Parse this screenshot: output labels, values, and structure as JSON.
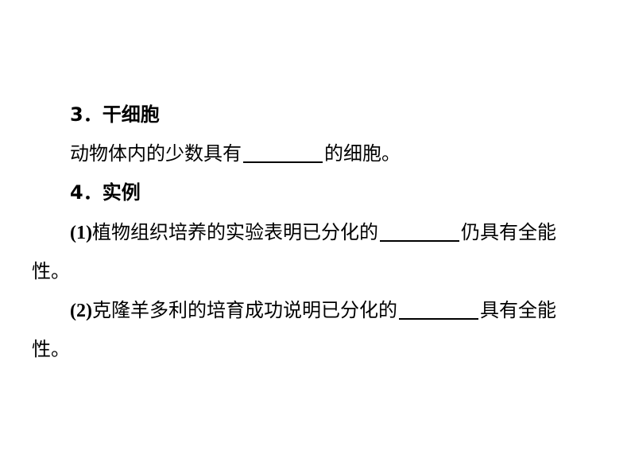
{
  "section3": {
    "heading": "3．干细胞",
    "text_before": "动物体内的少数具有",
    "text_after": "的细胞。"
  },
  "section4": {
    "heading": "4．实例",
    "item1": {
      "number": "(1)",
      "text_before": "植物组织培养的实验表明已分化的",
      "text_after": "仍具有全能",
      "continuation": "性。"
    },
    "item2": {
      "number": "(2)",
      "text_before": "克隆羊多利的培育成功说明已分化的",
      "text_after": "具有全能",
      "continuation": "性。"
    }
  }
}
